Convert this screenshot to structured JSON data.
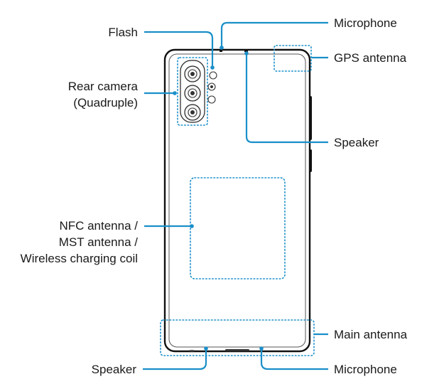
{
  "labels": {
    "flash": "Flash",
    "microphone_top": "Microphone",
    "gps_antenna": "GPS antenna",
    "rear_camera_line1": "Rear camera",
    "rear_camera_line2": "(Quadruple)",
    "speaker_right": "Speaker",
    "nfc_line1": "NFC antenna /",
    "nfc_line2": "MST antenna /",
    "nfc_line3": "Wireless charging coil",
    "main_antenna": "Main antenna",
    "speaker_bottom": "Speaker",
    "microphone_bottom": "Microphone"
  },
  "colors": {
    "accent": "#1a8fc9",
    "outline": "#111111",
    "text": "#1a1a1a"
  }
}
